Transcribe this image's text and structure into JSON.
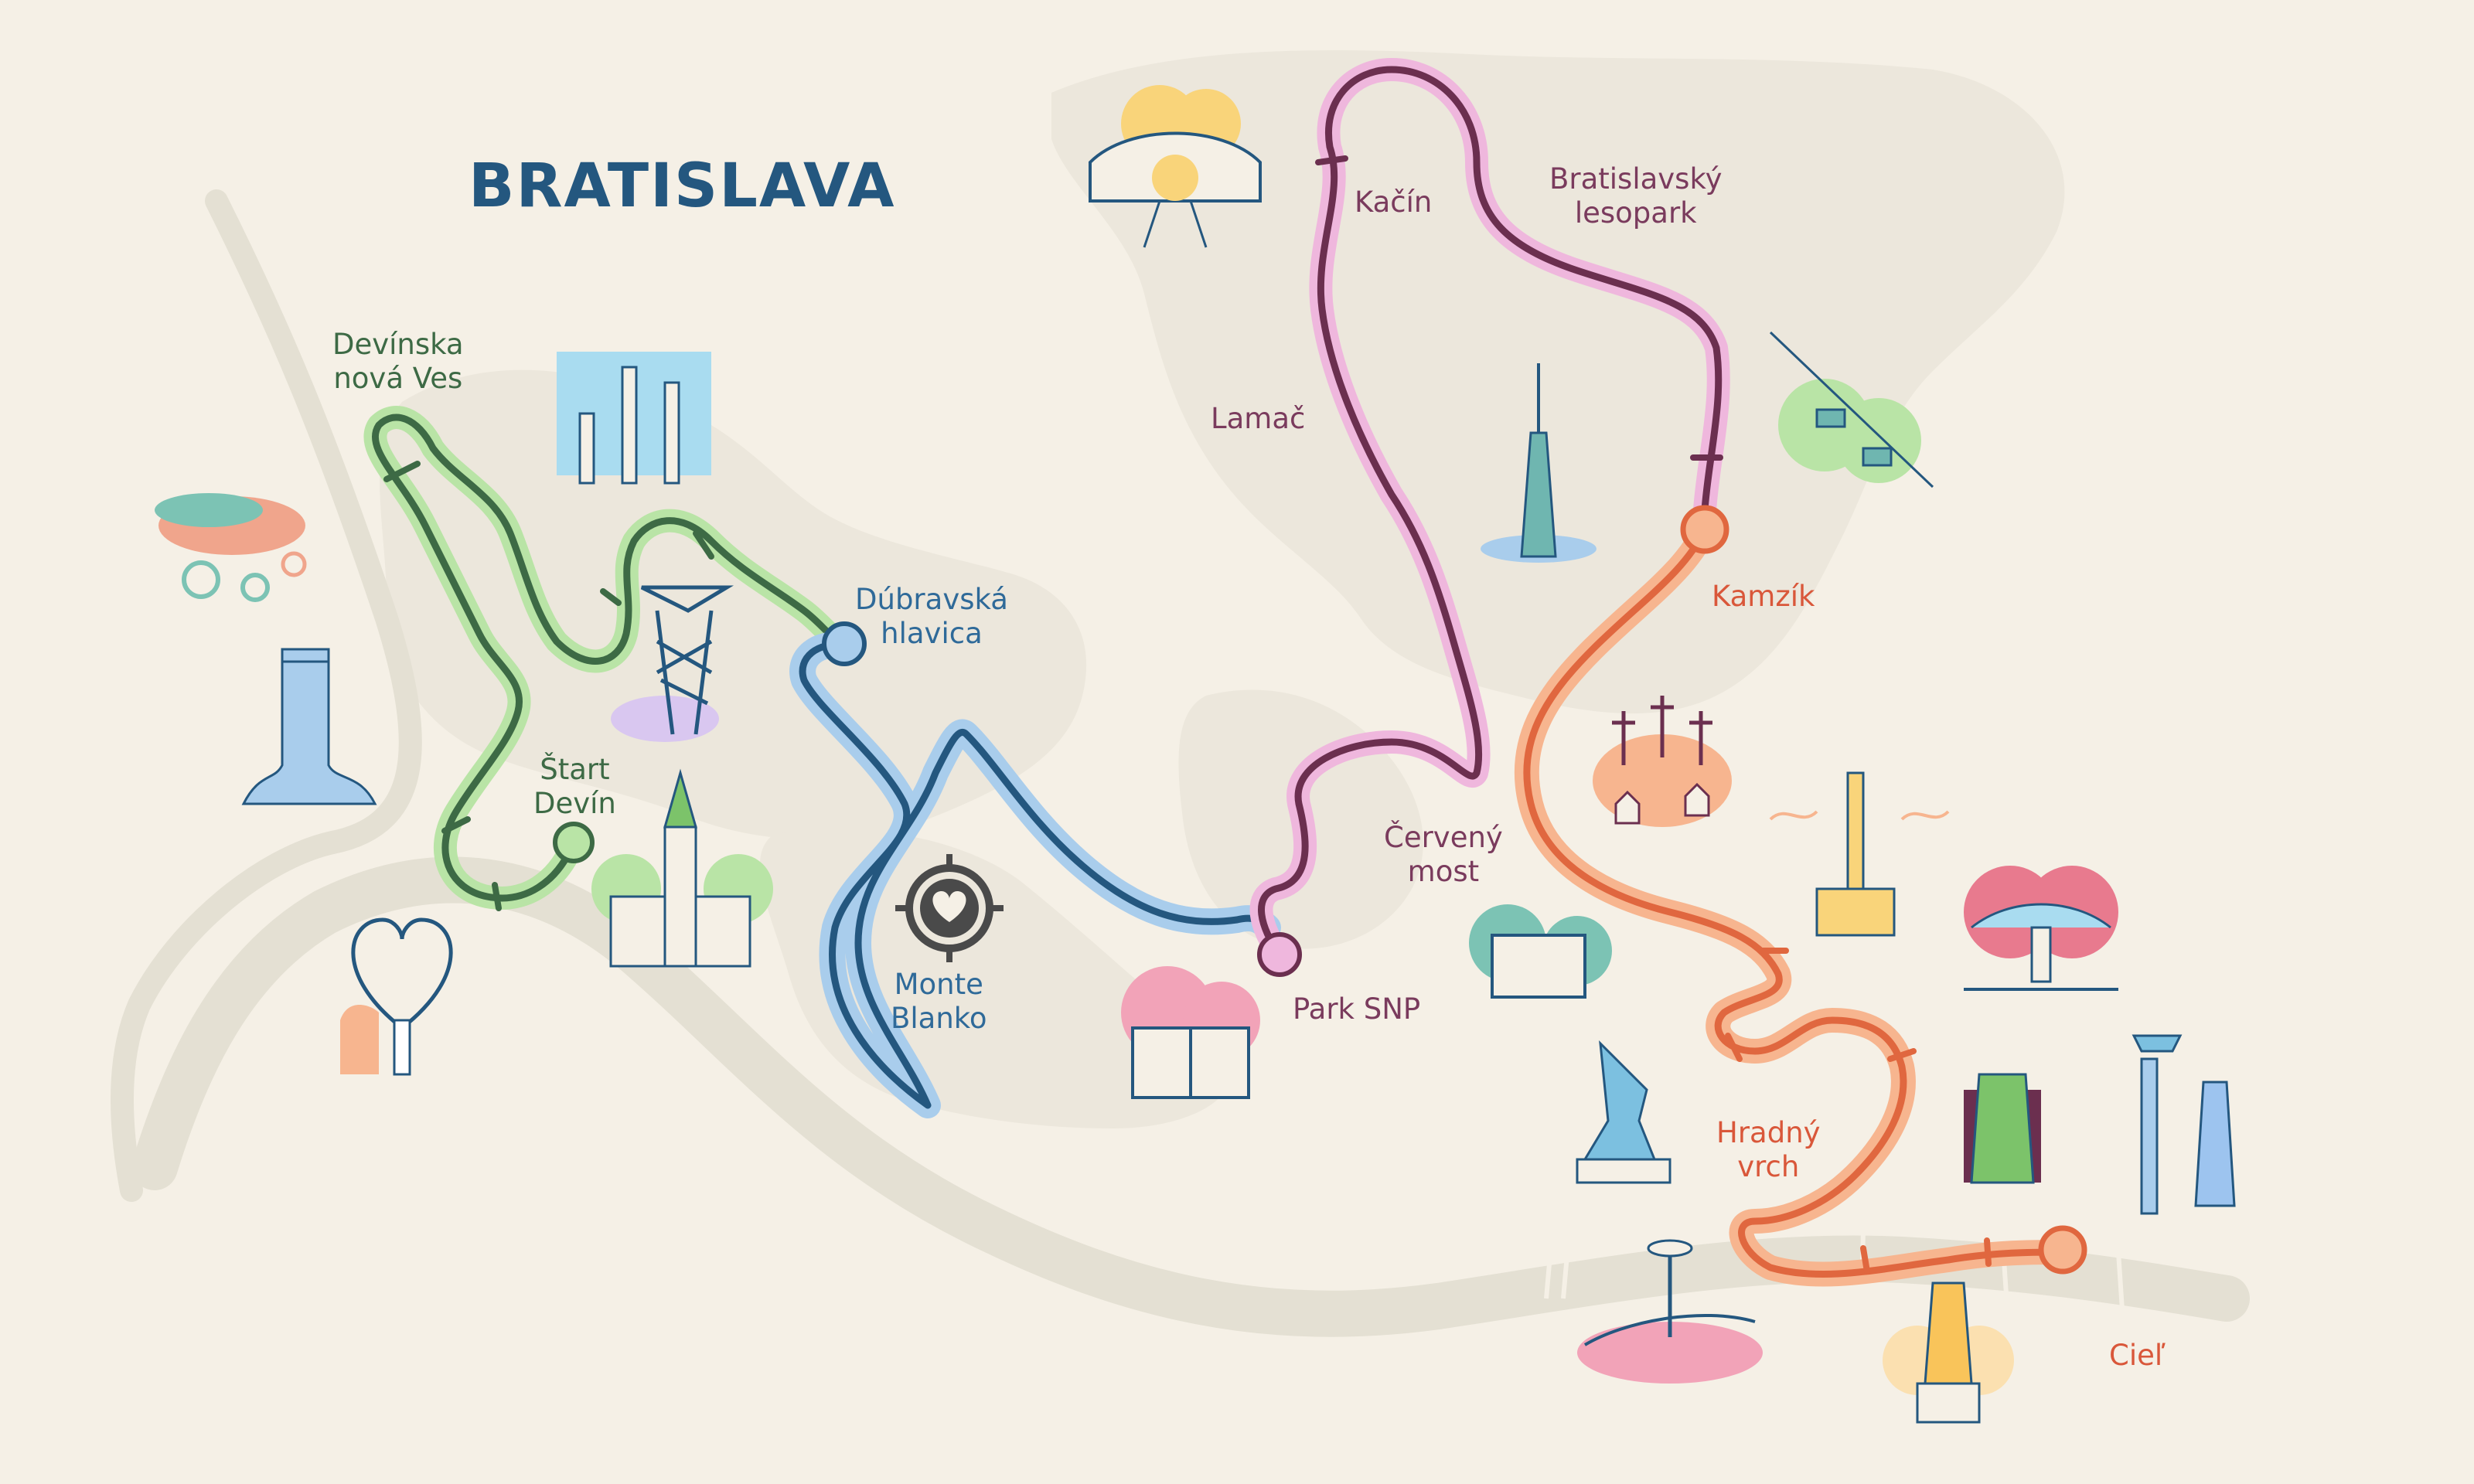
{
  "title": "BRATISLAVA",
  "labels": {
    "devinska": "Devínska\nnová Ves",
    "start": "Štart\nDevín",
    "dubravska": "Dúbravská\nhlavica",
    "monte_blanko": "Monte\nBlanko",
    "lamac": "Lamač",
    "kacin": "Kačín",
    "lesopark": "Bratislavský\nlesopark",
    "kamzik": "Kamzík",
    "cerveny_most": "Červený\nmost",
    "park_snp": "Park SNP",
    "hradny_vrch": "Hradný\nvrch",
    "ciel": "Cieľ"
  },
  "colors": {
    "background": "#f5f0e6",
    "river": "#e4e0d3",
    "forest": "#ece7dc",
    "title": "#24577f",
    "green_route": "#3d6a45",
    "green_halo": "#b9e4a6",
    "blue_route": "#24577f",
    "blue_halo": "#a9cdec",
    "plum_route": "#6b2f4f",
    "plum_halo": "#efb7dd",
    "orange_route": "#e0673f",
    "orange_halo": "#f7b58f"
  },
  "icons": [
    "monte-blanko-heart-target-icon",
    "observation-tower-icon",
    "church-icon",
    "castle-ruin-icon",
    "heart-sculpture-icon",
    "tv-tower-icon",
    "chairlift-icon",
    "calvary-crosses-icon",
    "slavin-monument-icon",
    "bridge-snp-icon",
    "statue-icon",
    "gate-icon",
    "bunker-icon",
    "fountain-icon",
    "rock-formation-icon",
    "totem-poles-icon",
    "arch-bridge-icon",
    "lion-column-icon"
  ]
}
